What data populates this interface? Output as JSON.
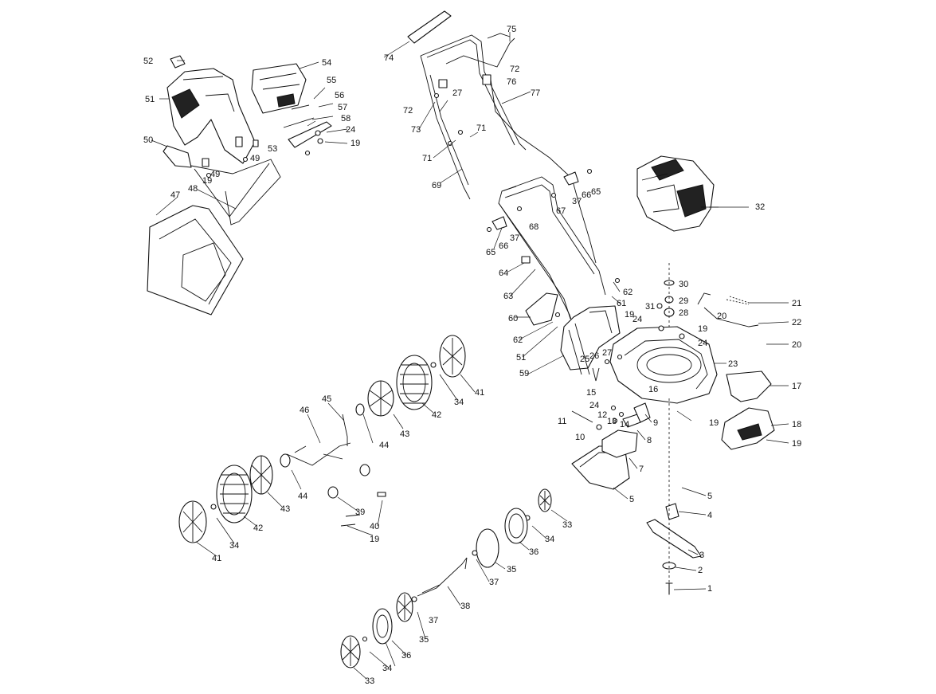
{
  "labels": {
    "l1": "1",
    "l2": "2",
    "l3": "3",
    "l4": "4",
    "l5a": "5",
    "l5b": "5",
    "l7": "7",
    "l8": "8",
    "l9": "9",
    "l10": "10",
    "l11": "11",
    "l12": "12",
    "l13": "13",
    "l14": "14",
    "l15": "15",
    "l16": "16",
    "l17": "17",
    "l18": "18",
    "l19a": "19",
    "l19b": "19",
    "l19c": "19",
    "l19d": "19",
    "l19e": "19",
    "l19f": "19",
    "l19g": "19",
    "l20a": "20",
    "l20b": "20",
    "l21": "21",
    "l22": "22",
    "l23": "23",
    "l24a": "24",
    "l24b": "24",
    "l24c": "24",
    "l24d": "24",
    "l25": "25",
    "l26": "26",
    "l27a": "27",
    "l27b": "27",
    "l28": "28",
    "l29": "29",
    "l30": "30",
    "l31": "31",
    "l32": "32",
    "l33a": "33",
    "l33b": "33",
    "l34a": "34",
    "l34b": "34",
    "l34c": "34",
    "l34d": "34",
    "l35a": "35",
    "l35b": "35",
    "l36a": "36",
    "l36b": "36",
    "l37a": "37",
    "l37b": "37",
    "l37c": "37",
    "l37d": "37",
    "l38": "38",
    "l39": "39",
    "l40": "40",
    "l41a": "41",
    "l41b": "41",
    "l42a": "42",
    "l42b": "42",
    "l43a": "43",
    "l43b": "43",
    "l44a": "44",
    "l44b": "44",
    "l45": "45",
    "l46": "46",
    "l47": "47",
    "l48": "48",
    "l49a": "49",
    "l49b": "49",
    "l50": "50",
    "l51a": "51",
    "l51b": "51",
    "l52": "52",
    "l53": "53",
    "l54": "54",
    "l55": "55",
    "l56": "56",
    "l57": "57",
    "l58": "58",
    "l59": "59",
    "l60": "60",
    "l61": "61",
    "l62a": "62",
    "l62b": "62",
    "l63": "63",
    "l64": "64",
    "l65a": "65",
    "l65b": "65",
    "l66a": "66",
    "l66b": "66",
    "l67": "67",
    "l68": "68",
    "l69": "69",
    "l71a": "71",
    "l71b": "71",
    "l72a": "72",
    "l72b": "72",
    "l73": "73",
    "l74": "74",
    "l75": "75",
    "l76": "76",
    "l77": "77"
  },
  "colors": {
    "line": "#111111",
    "fill": "#ffffff",
    "dark": "#222222"
  }
}
